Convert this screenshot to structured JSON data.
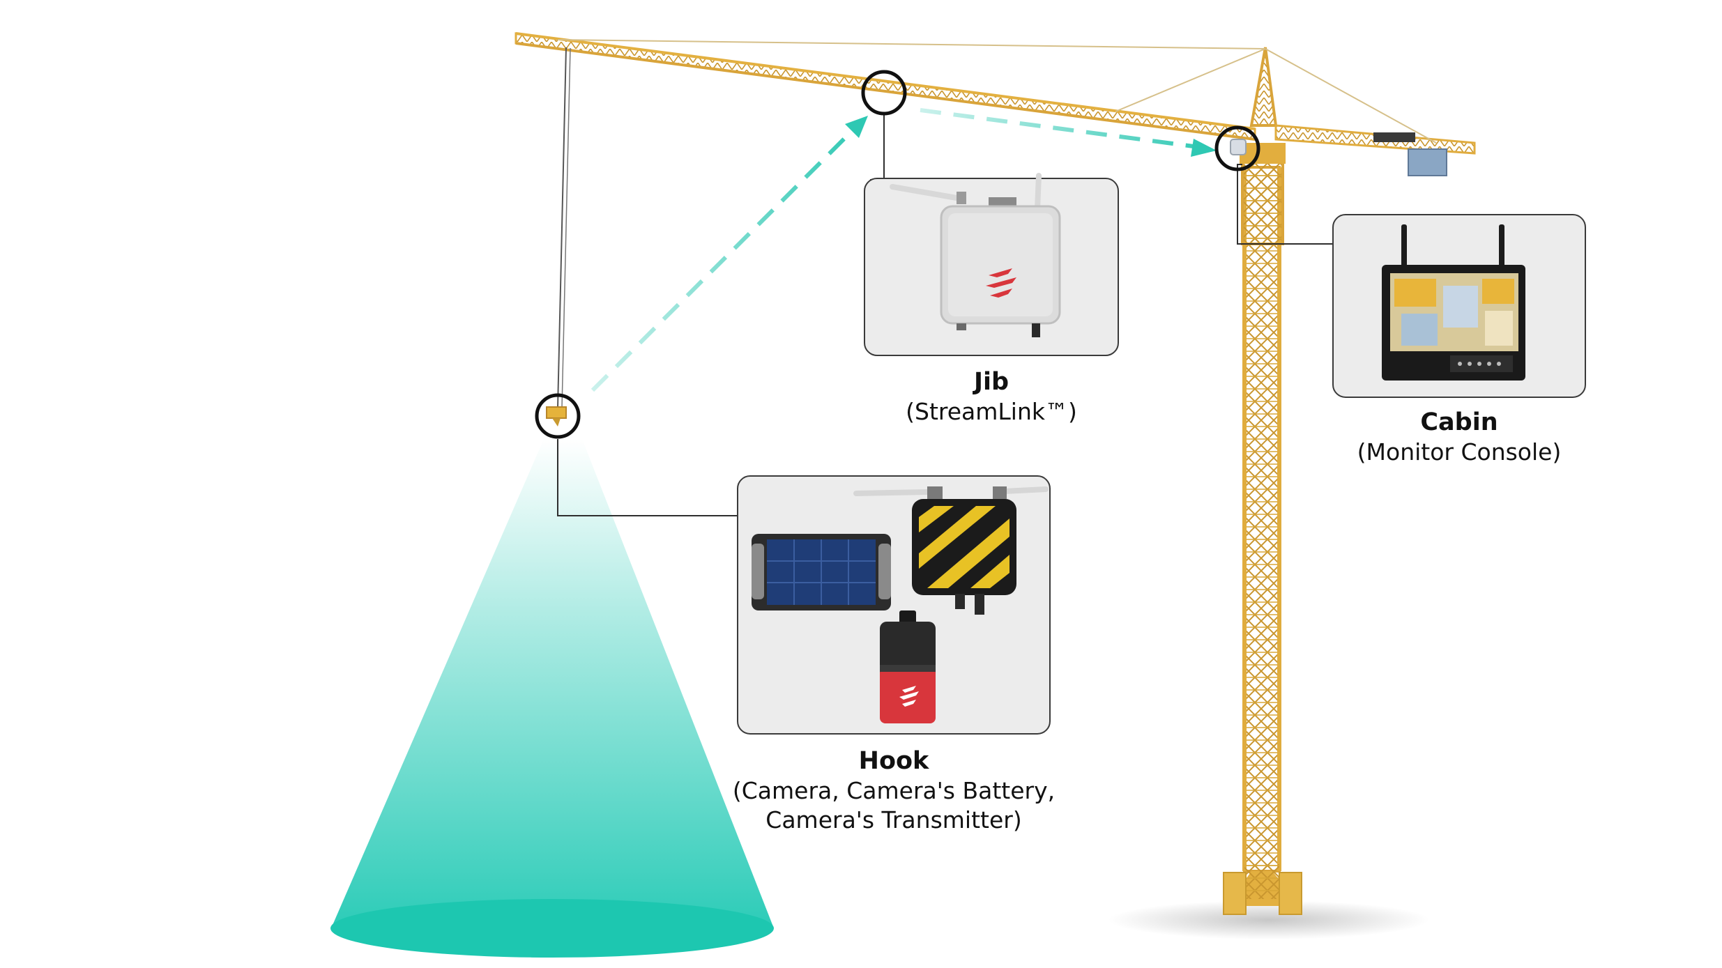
{
  "locations": {
    "jib": {
      "title": "Jib",
      "subtitle": "(StreamLink™)"
    },
    "cabin": {
      "title": "Cabin",
      "subtitle": "(Monitor Console)"
    },
    "hook": {
      "title": "Hook",
      "subtitle_lines": [
        "(Camera, Camera's Battery,",
        "Camera's Transmitter)"
      ]
    }
  },
  "colors": {
    "crane": "#e8b53a",
    "crane_dark": "#b9862a",
    "signal_arrow": "#2ec8b3",
    "camera_cone": "#21c9b4",
    "callout_bg": "#ececec",
    "callout_border": "#3a3a3a",
    "marker_ring": "#111111",
    "brand_red": "#d8363c"
  },
  "icons": [
    "streamlink-device-icon",
    "monitor-console-icon",
    "solar-panel-icon",
    "transmitter-box-icon",
    "camera-battery-icon"
  ]
}
